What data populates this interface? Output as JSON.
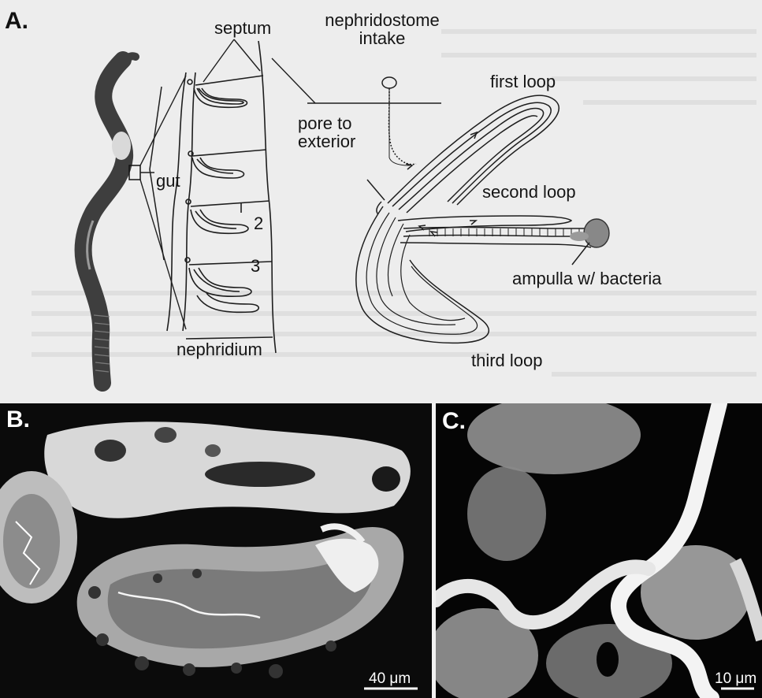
{
  "panel_a": {
    "letter": "A.",
    "labels": {
      "septum": "septum",
      "nephridostome_line1": "nephridostome",
      "nephridostome_line2": "intake",
      "first_loop": "first loop",
      "pore_line1": "pore to",
      "pore_line2": "exterior",
      "gut": "gut",
      "second_loop": "second loop",
      "num_2": "2",
      "num_3": "3",
      "ampulla": "ampulla w/ bacteria",
      "nephridium": "nephridium",
      "third_loop": "third loop"
    }
  },
  "panel_b": {
    "letter": "B.",
    "scale_label": "40 μm"
  },
  "panel_c": {
    "letter": "C.",
    "scale_label": "10 μm"
  },
  "colors": {
    "diagram_background": "#ededed",
    "micrograph_background": "#0b0b0b",
    "ink": "#151515",
    "worm": "#4a4a4a",
    "fluorescence": "#dcdcdc"
  }
}
